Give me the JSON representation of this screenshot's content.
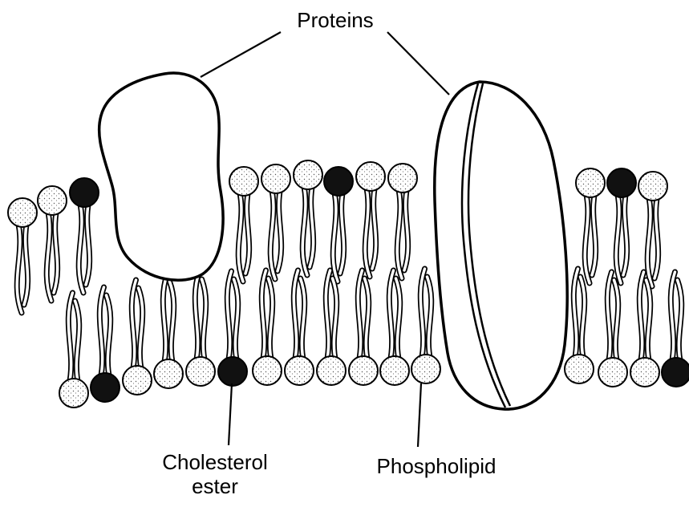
{
  "labels": {
    "proteins": "Proteins",
    "cholesterol_line1": "Cholesterol",
    "cholesterol_line2": "ester",
    "phospholipid": "Phospholipid"
  },
  "colors": {
    "ink": "#000000",
    "paper": "#ffffff",
    "cholesterol_head": "#111111"
  }
}
